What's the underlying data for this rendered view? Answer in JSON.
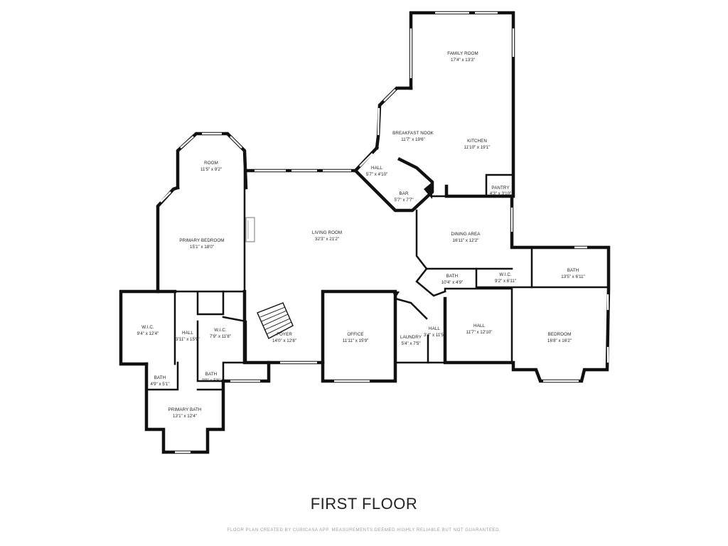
{
  "floor_title": "FIRST FLOOR",
  "footer_note": "FLOOR PLAN CREATED BY CUBICASA APP. MEASUREMENTS DEEMED HIGHLY RELIABLE BUT NOT GUARANTEED.",
  "rooms": {
    "family_room": {
      "name": "FAMILY ROOM",
      "dim": "17'4\" x 13'3\""
    },
    "breakfast_nook": {
      "name": "BREAKFAST NOOK",
      "dim": "11'7\" x 19'6\""
    },
    "kitchen": {
      "name": "KITCHEN",
      "dim": "11'10\" x 19'1\""
    },
    "hall_top": {
      "name": "HALL",
      "dim": "5'7\" x 4'10\""
    },
    "bar": {
      "name": "BAR",
      "dim": "5'7\" x 7'7\""
    },
    "pantry": {
      "name": "PANTRY",
      "dim": "4'3\" x 3'10\""
    },
    "room": {
      "name": "ROOM",
      "dim": "11'5\" x 9'2\""
    },
    "living_room": {
      "name": "LIVING ROOM",
      "dim": "32'3\" x 21'2\""
    },
    "dining_area": {
      "name": "DINING AREA",
      "dim": "16'11\" x 12'2\""
    },
    "primary_bedroom": {
      "name": "PRIMARY BEDROOM",
      "dim": "15'1\" x 18'0\""
    },
    "bath_mid": {
      "name": "BATH",
      "dim": "10'4\" x 4'9\""
    },
    "wic_right": {
      "name": "W.I.C.",
      "dim": "9'2\" x 6'11\""
    },
    "bath_right": {
      "name": "BATH",
      "dim": "13'5\" x 6'11\""
    },
    "wic_left": {
      "name": "W.I.C.",
      "dim": "9'4\" x 12'4\""
    },
    "hall_left": {
      "name": "HALL",
      "dim": "3'11\" x 15'9\""
    },
    "wic_center": {
      "name": "W.I.C.",
      "dim": "7'9\" x 11'8\""
    },
    "foyer": {
      "name": "FOYER",
      "dim": "14'0\" x 12'8\""
    },
    "office": {
      "name": "OFFICE",
      "dim": "11'11\" x 15'9\""
    },
    "laundry": {
      "name": "LAUNDRY",
      "dim": "5'4\" x 7'5\""
    },
    "hall_small": {
      "name": "HALL",
      "dim": "3'4\" x 11'5\""
    },
    "hall_right": {
      "name": "HALL",
      "dim": "11'7\" x 12'10\""
    },
    "bedroom": {
      "name": "BEDROOM",
      "dim": "16'8\" x 16'2\""
    },
    "bath_left": {
      "name": "BATH",
      "dim": "4'9\" x 5'1\""
    },
    "bath_small": {
      "name": "BATH",
      "dim": "3'9\" x 5'6\""
    },
    "primary_bath": {
      "name": "PRIMARY BATH",
      "dim": "13'1\" x 12'4\""
    }
  }
}
